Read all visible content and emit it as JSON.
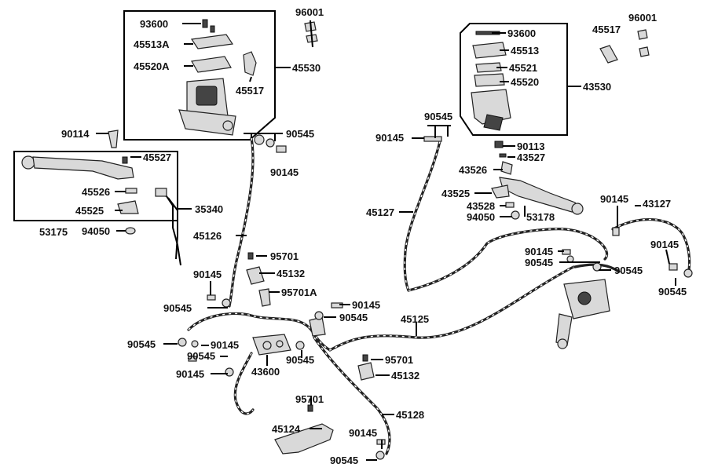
{
  "diagram": {
    "callouts": [
      {
        "id": "93600",
        "text": "93600"
      },
      {
        "id": "45513A",
        "text": "45513A"
      },
      {
        "id": "45520A",
        "text": "45520A"
      },
      {
        "id": "45517-left",
        "text": "45517"
      },
      {
        "id": "45530",
        "text": "45530"
      },
      {
        "id": "96001-left",
        "text": "96001"
      },
      {
        "id": "90114",
        "text": "90114"
      },
      {
        "id": "45527",
        "text": "45527"
      },
      {
        "id": "45526",
        "text": "45526"
      },
      {
        "id": "45525",
        "text": "45525"
      },
      {
        "id": "53175",
        "text": "53175"
      },
      {
        "id": "94050-left",
        "text": "94050"
      },
      {
        "id": "35340",
        "text": "35340"
      },
      {
        "id": "45126",
        "text": "45126"
      },
      {
        "id": "90545-top",
        "text": "90545"
      },
      {
        "id": "90145-top",
        "text": "90145"
      },
      {
        "id": "95701-a",
        "text": "95701"
      },
      {
        "id": "45132-a",
        "text": "45132"
      },
      {
        "id": "95701A",
        "text": "95701A"
      },
      {
        "id": "90145-l1",
        "text": "90145"
      },
      {
        "id": "90545-l1",
        "text": "90545"
      },
      {
        "id": "90145-mid",
        "text": "90145"
      },
      {
        "id": "90545-mid",
        "text": "90545"
      },
      {
        "id": "90545-l2",
        "text": "90545"
      },
      {
        "id": "90145-l2",
        "text": "90145"
      },
      {
        "id": "90545-l3",
        "text": "90545"
      },
      {
        "id": "43600",
        "text": "43600"
      },
      {
        "id": "90545-c",
        "text": "90545"
      },
      {
        "id": "90145-l3",
        "text": "90145"
      },
      {
        "id": "95701-b",
        "text": "95701"
      },
      {
        "id": "45132-b",
        "text": "45132"
      },
      {
        "id": "45125",
        "text": "45125"
      },
      {
        "id": "95701-c",
        "text": "95701"
      },
      {
        "id": "45124",
        "text": "45124"
      },
      {
        "id": "45128",
        "text": "45128"
      },
      {
        "id": "90145-bot",
        "text": "90145"
      },
      {
        "id": "90545-bot",
        "text": "90545"
      },
      {
        "id": "93600-right",
        "text": "93600"
      },
      {
        "id": "45513",
        "text": "45513"
      },
      {
        "id": "45521",
        "text": "45521"
      },
      {
        "id": "45520",
        "text": "45520"
      },
      {
        "id": "43530",
        "text": "43530"
      },
      {
        "id": "45517-right",
        "text": "45517"
      },
      {
        "id": "96001-right",
        "text": "96001"
      },
      {
        "id": "90545-r1",
        "text": "90545"
      },
      {
        "id": "90145-r1",
        "text": "90145"
      },
      {
        "id": "90113",
        "text": "90113"
      },
      {
        "id": "43527",
        "text": "43527"
      },
      {
        "id": "43526",
        "text": "43526"
      },
      {
        "id": "43525",
        "text": "43525"
      },
      {
        "id": "43528",
        "text": "43528"
      },
      {
        "id": "94050-right",
        "text": "94050"
      },
      {
        "id": "53178",
        "text": "53178"
      },
      {
        "id": "45127",
        "text": "45127"
      },
      {
        "id": "90145-r2",
        "text": "90145"
      },
      {
        "id": "43127",
        "text": "43127"
      },
      {
        "id": "90145-r3",
        "text": "90145"
      },
      {
        "id": "90545-r2",
        "text": "90545"
      },
      {
        "id": "90545-r3",
        "text": "90545"
      },
      {
        "id": "90145-r4",
        "text": "90145"
      },
      {
        "id": "90545-r4",
        "text": "90545"
      }
    ]
  }
}
